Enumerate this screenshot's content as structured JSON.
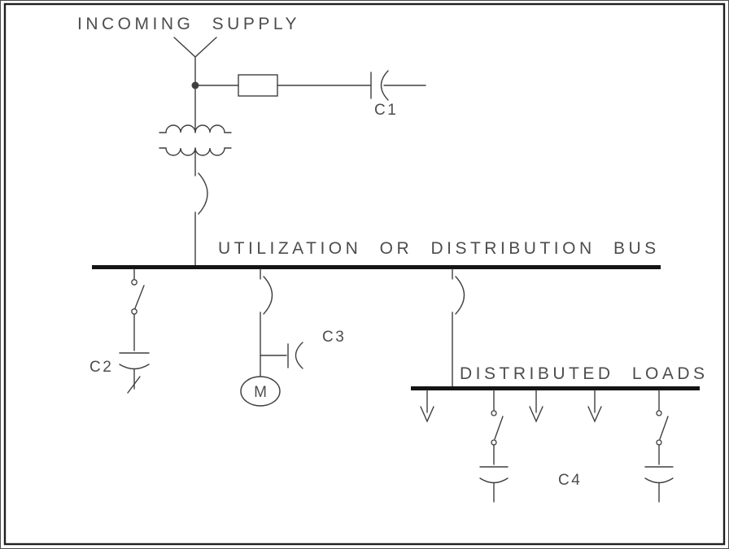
{
  "colors": {
    "background": "#ffffff",
    "line": "#3f3f3f",
    "bus": "#141414",
    "text": "#4d4d4d",
    "frame": "#1f1f1f"
  },
  "labels": {
    "incoming_supply": "INCOMING SUPPLY",
    "utilization_bus": "UTILIZATION OR DISTRIBUTION BUS",
    "distributed_loads": "DISTRIBUTED LOADS",
    "c1": "C1",
    "c2": "C2",
    "c3": "C3",
    "c4": "C4",
    "motor": "M"
  }
}
